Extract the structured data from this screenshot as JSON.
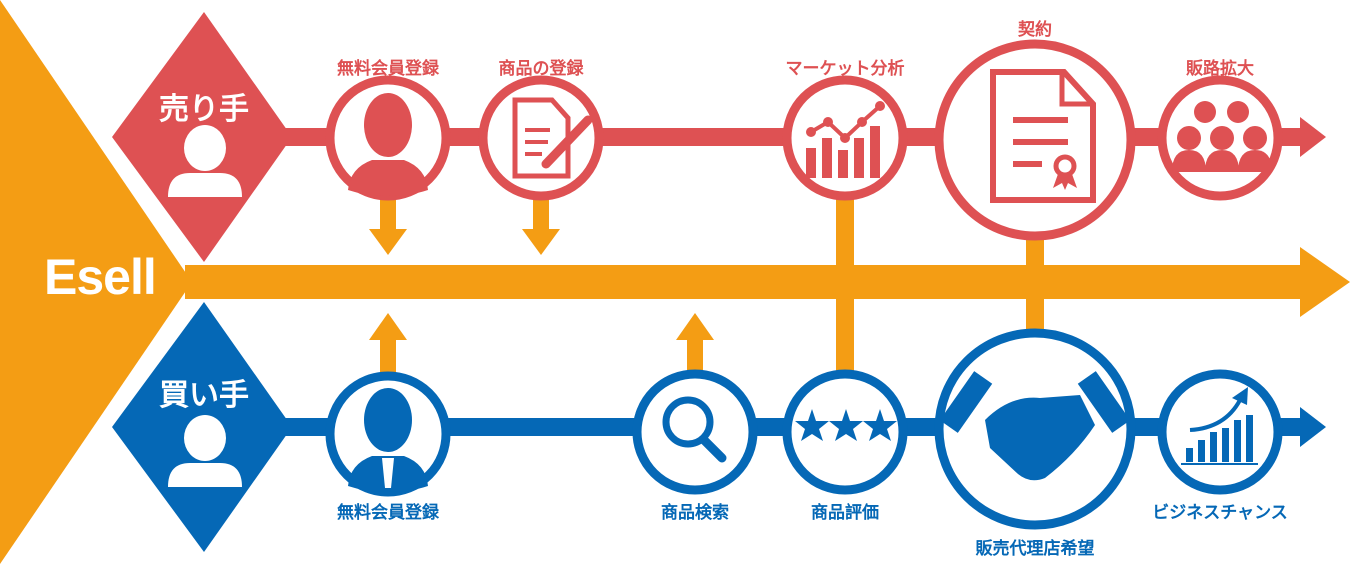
{
  "brand": "Esell",
  "colors": {
    "seller": "#DE5153",
    "buyer": "#0568B6",
    "platform": "#F49D14"
  },
  "seller": {
    "role": "売り手",
    "steps": [
      {
        "label": "無料会員登録",
        "icon": "person-silhouette-icon"
      },
      {
        "label": "商品の登録",
        "icon": "document-pen-icon"
      },
      {
        "label": "マーケット分析",
        "icon": "bar-line-chart-icon"
      },
      {
        "label": "契約",
        "icon": "certificate-document-icon"
      },
      {
        "label": "販路拡大",
        "icon": "group-people-icon"
      }
    ]
  },
  "buyer": {
    "role": "買い手",
    "steps": [
      {
        "label": "無料会員登録",
        "icon": "businessman-icon"
      },
      {
        "label": "商品検索",
        "icon": "magnifier-icon"
      },
      {
        "label": "商品評価",
        "icon": "three-stars-icon"
      },
      {
        "label": "販売代理店希望",
        "icon": "handshake-icon"
      },
      {
        "label": "ビジネスチャンス",
        "icon": "growth-chart-icon"
      }
    ]
  }
}
